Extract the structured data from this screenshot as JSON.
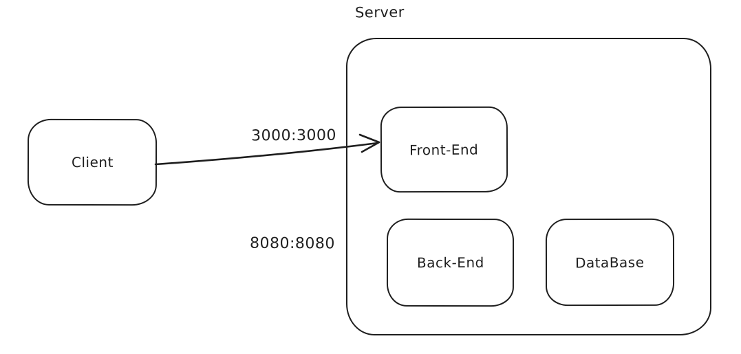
{
  "canvas": {
    "background": "#ffffff",
    "stroke_color": "#1e1e1e"
  },
  "server_group": {
    "label": "Server"
  },
  "nodes": {
    "client": {
      "label": "Client"
    },
    "front_end": {
      "label": "Front-End"
    },
    "back_end": {
      "label": "Back-End"
    },
    "database": {
      "label": "DataBase"
    }
  },
  "arrow": {
    "from": "Client",
    "to": "Front-End",
    "label": "3000:3000"
  },
  "free_label": {
    "text": "8080:8080"
  }
}
